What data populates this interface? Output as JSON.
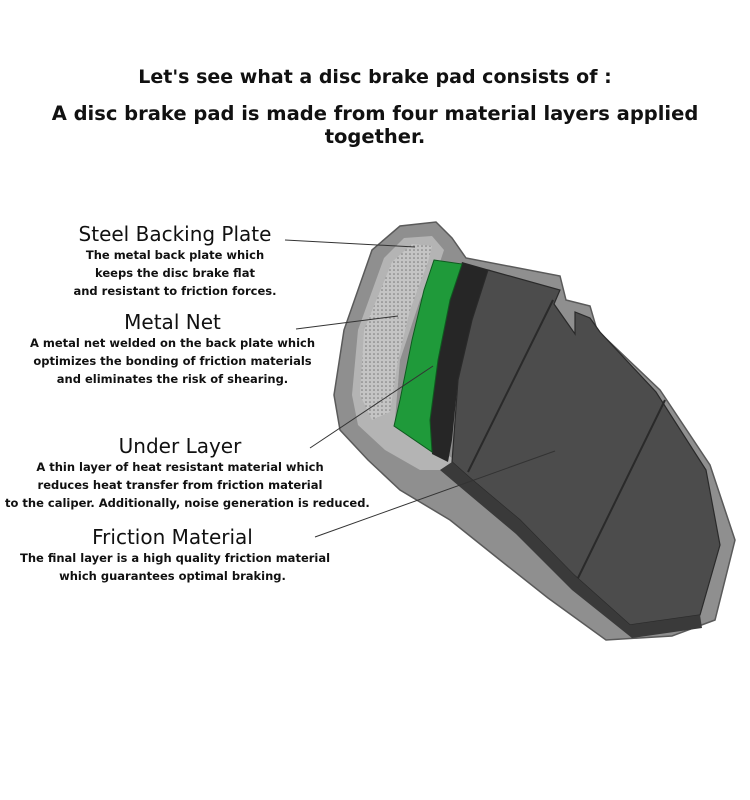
{
  "header": {
    "line1": "Let's see what a disc brake pad consists of :",
    "line2": "A disc brake pad is made from four material layers applied together."
  },
  "layers": [
    {
      "title": "Steel Backing Plate",
      "description": [
        "The metal back plate which",
        "keeps the disc brake flat",
        "and resistant to friction forces."
      ]
    },
    {
      "title": "Metal Net",
      "description": [
        "A metal net welded on the back plate which",
        "optimizes the bonding of friction materials",
        "and eliminates the risk of shearing."
      ]
    },
    {
      "title": "Under Layer",
      "description": [
        "A thin layer of heat resistant material which",
        "reduces heat transfer from friction material",
        "to the caliper. Additionally, noise generation is reduced."
      ]
    },
    {
      "title": "Friction Material",
      "description": [
        "The final layer is a high quality friction material",
        "which guarantees optimal braking."
      ]
    }
  ],
  "colors": {
    "backing_plate": "#8f8f8f",
    "metal_net": "#c4c4c4",
    "under_layer_green": "#1f9a3a",
    "dark_layer": "#262626",
    "friction_material": "#4c4c4c",
    "leader_line": "#333333"
  }
}
